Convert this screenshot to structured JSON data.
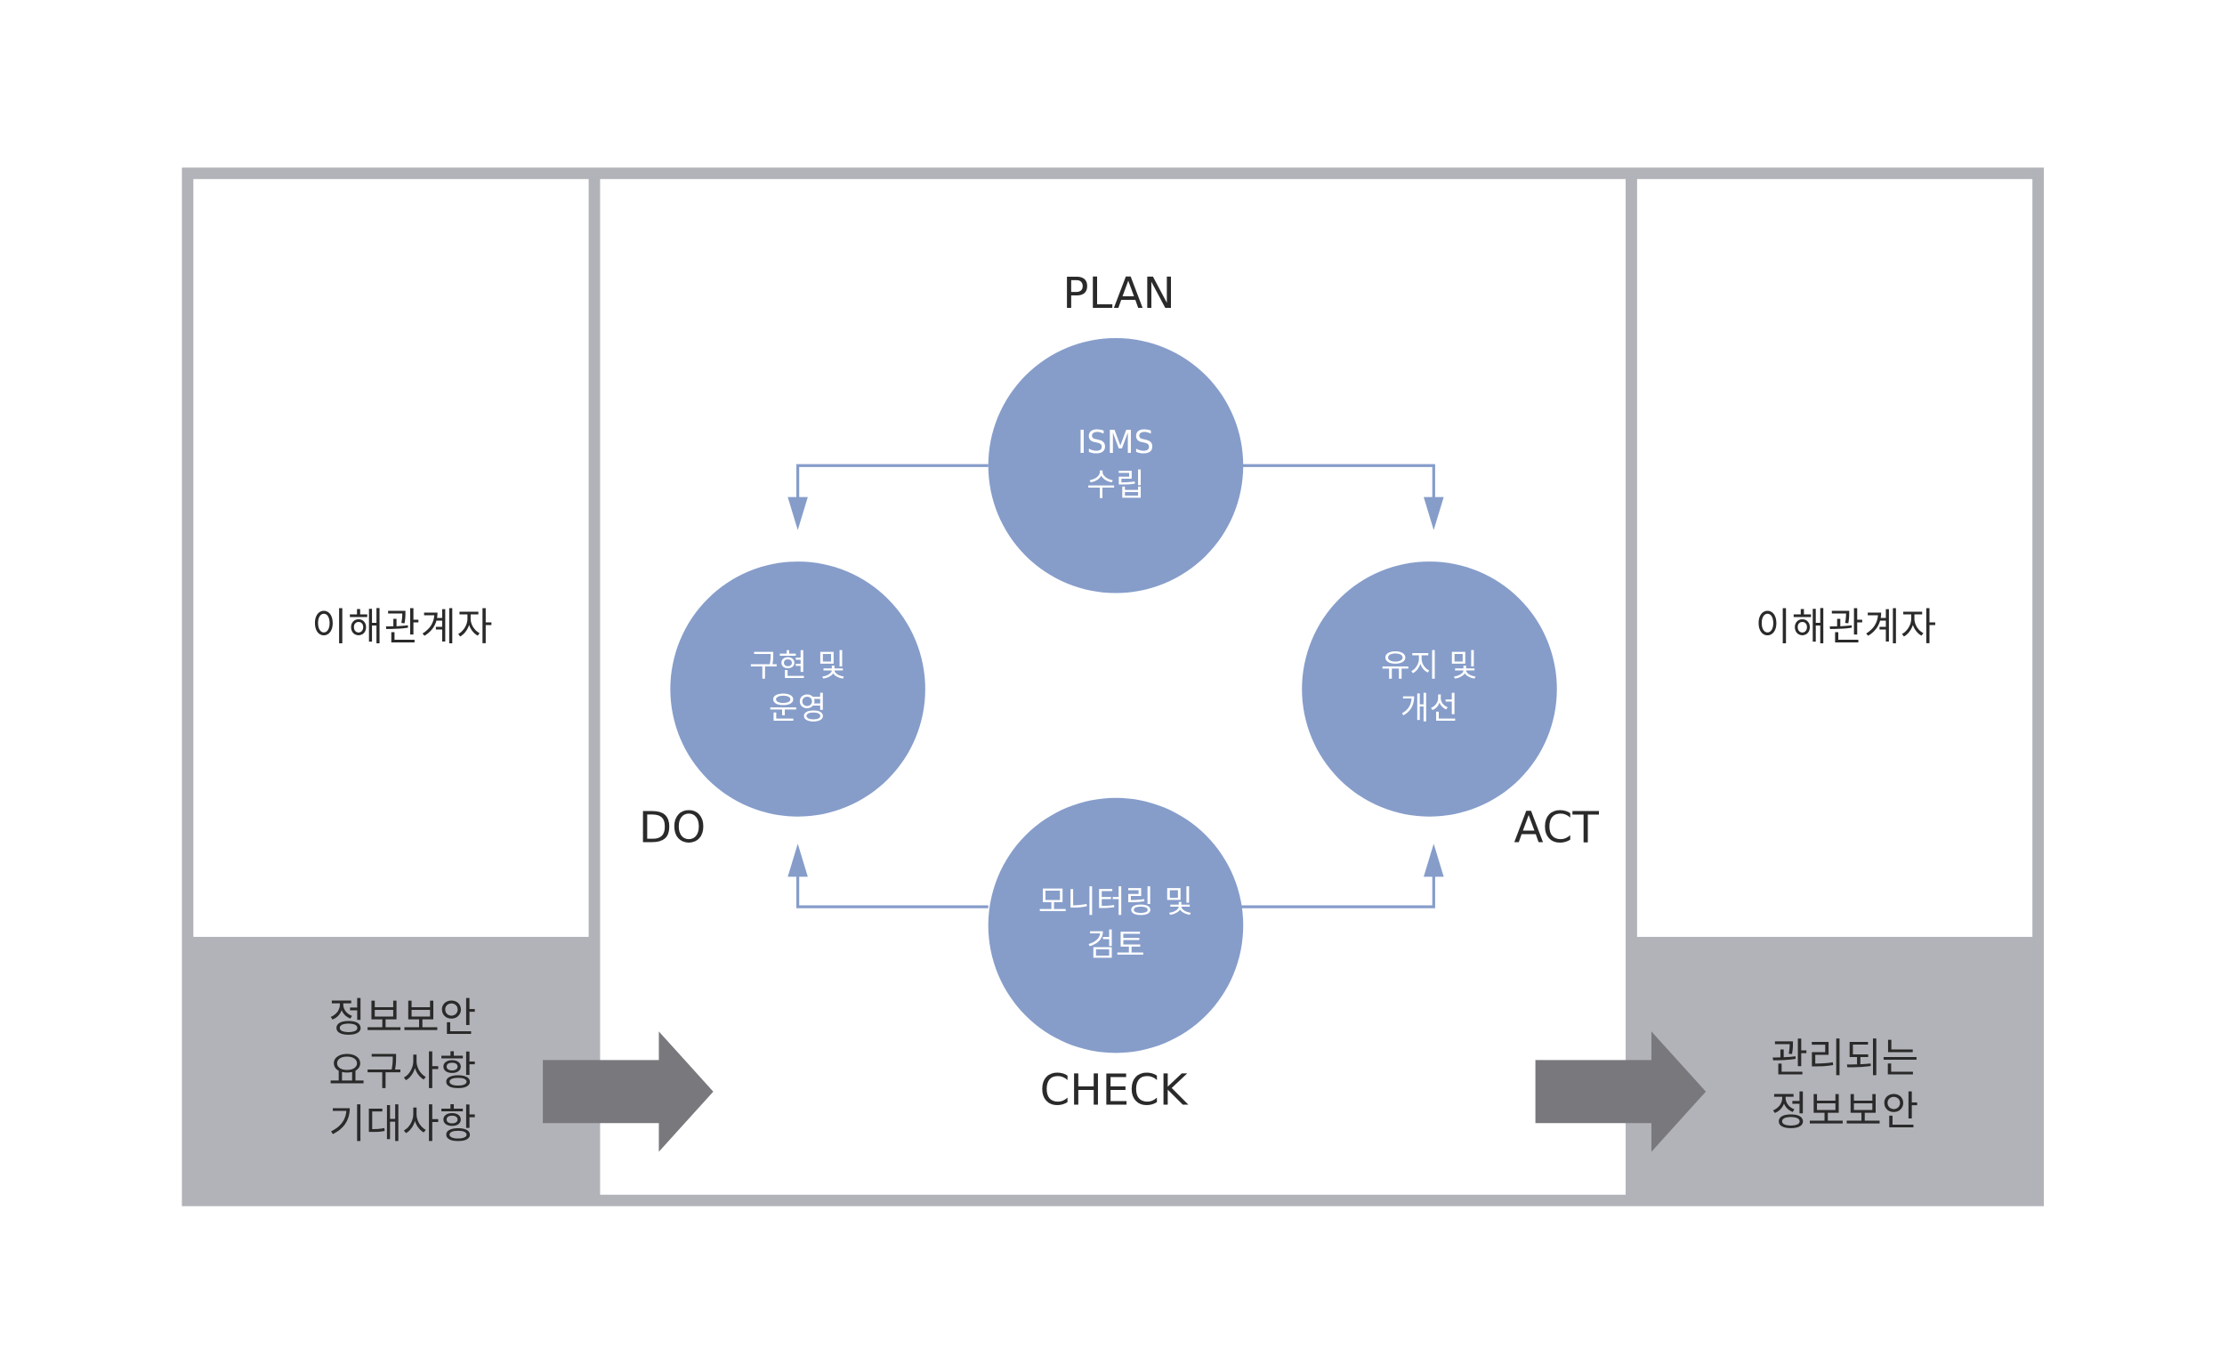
{
  "stakeholders": {
    "left_label": "이해관계자",
    "right_label": "이해관계자"
  },
  "input": {
    "text": "정보보안\n요구사항\n기대사항"
  },
  "output": {
    "text": "관리되는\n정보보안"
  },
  "cycle": {
    "plan": {
      "phase": "PLAN",
      "activity": "ISMS\n수립"
    },
    "do": {
      "phase": "DO",
      "activity": "구현 및\n운영"
    },
    "check": {
      "phase": "CHECK",
      "activity": "모니터링 및\n검토"
    },
    "act": {
      "phase": "ACT",
      "activity": "유지 및\n개선"
    }
  },
  "colors": {
    "frame_gray": "#b1b3b8",
    "circle_blue": "#869dca",
    "connector_blue": "#869dca",
    "arrow_dark_gray": "#79787d",
    "text": "#2a2a2a"
  }
}
